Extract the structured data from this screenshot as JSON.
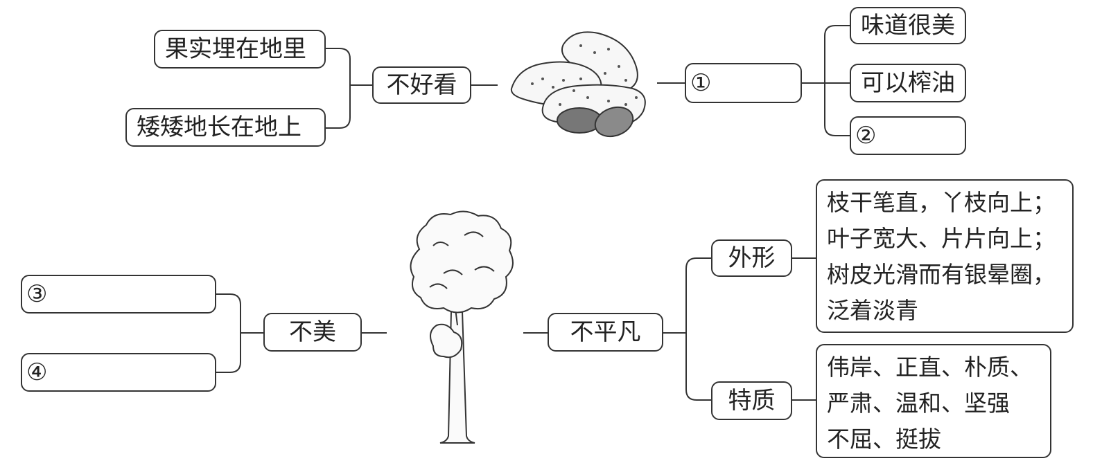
{
  "peanut": {
    "left_branch": "不好看",
    "left_items": [
      "果实埋在地里",
      "矮矮地长在地上"
    ],
    "right_branch": "①",
    "right_items": [
      "味道很美",
      "可以榨油",
      "②"
    ]
  },
  "tree": {
    "left_branch": "不美",
    "left_items": [
      "③",
      "④"
    ],
    "right_branch": "不平凡",
    "appearance": {
      "label": "外形",
      "lines": [
        "枝干笔直，丫枝向上；",
        "叶子宽大、片片向上；",
        "树皮光滑而有银晕圈，",
        "泛着淡青"
      ]
    },
    "character": {
      "label": "特质",
      "lines": [
        "伟岸、正直、朴质、",
        "严肃、温和、坚强",
        "不屈、挺拔"
      ]
    }
  }
}
